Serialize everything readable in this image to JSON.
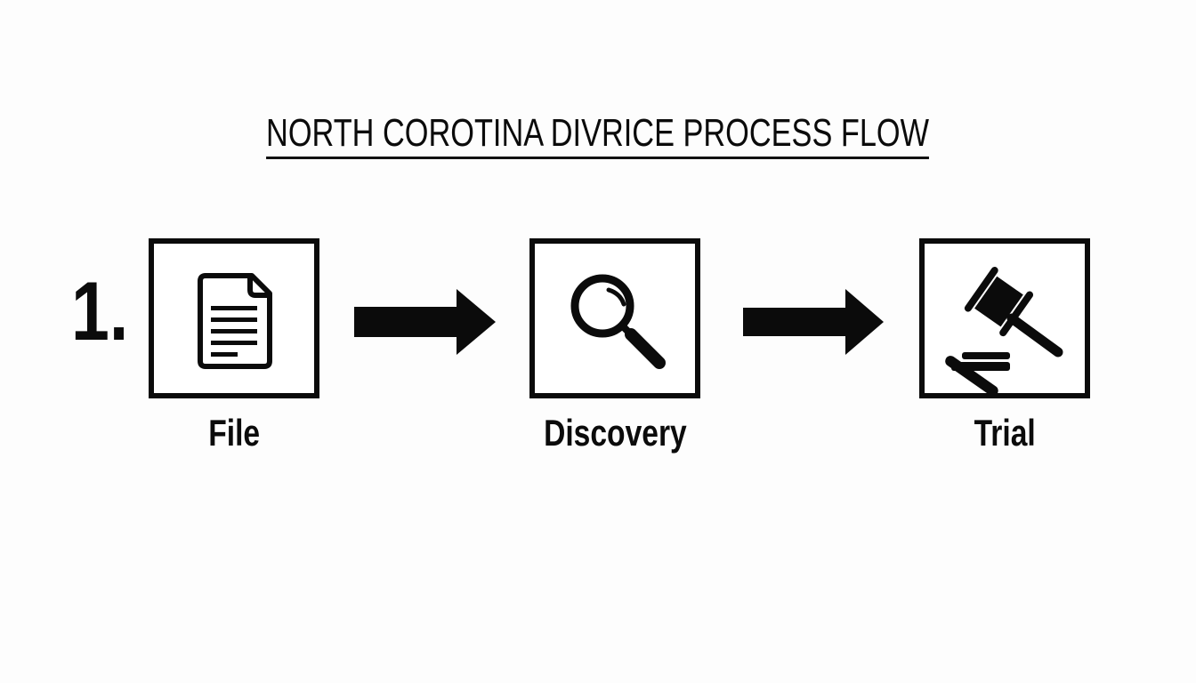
{
  "title": "NORTH COROTINA DIVRICE PROCESS FLOW",
  "step_number": "1.",
  "steps": [
    {
      "label": "File",
      "icon": "document-icon"
    },
    {
      "label": "Discovery",
      "icon": "magnifying-glass-icon"
    },
    {
      "label": "Trial",
      "icon": "gavel-icon"
    }
  ],
  "connectors": [
    {
      "from": "File",
      "to": "Discovery",
      "icon": "right-arrow-icon"
    },
    {
      "from": "Discovery",
      "to": "Trial",
      "icon": "right-arrow-icon"
    }
  ],
  "colors": {
    "background": "#fdfdfd",
    "foreground": "#0b0b0b",
    "box_fill": "#ffffff"
  }
}
